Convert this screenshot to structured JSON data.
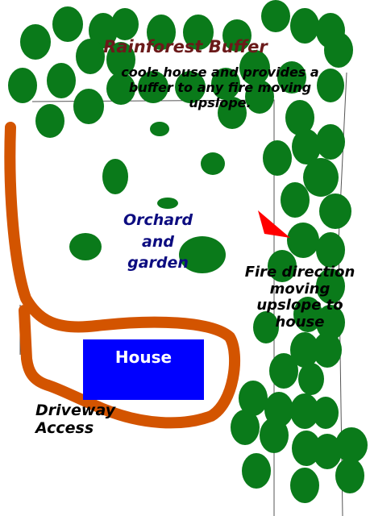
{
  "labels": {
    "buffer_title": "Rainforest Buffer",
    "buffer_desc": "cools house and provides a buffer to any fire moving upslope.",
    "orchard": "Orchard and garden",
    "fire": "Fire direction moving upslope to house",
    "house": "House",
    "driveway": "Driveway Access"
  },
  "colors": {
    "tree": "#0a7a1a",
    "driveway": "#d35400",
    "house": "#0000ff",
    "arrow": "#ff0000",
    "title": "#6b1a1a",
    "orchard_text": "#0c0c80"
  },
  "icons": {
    "tree": "tree-icon",
    "arrow": "fire-arrow-icon"
  }
}
